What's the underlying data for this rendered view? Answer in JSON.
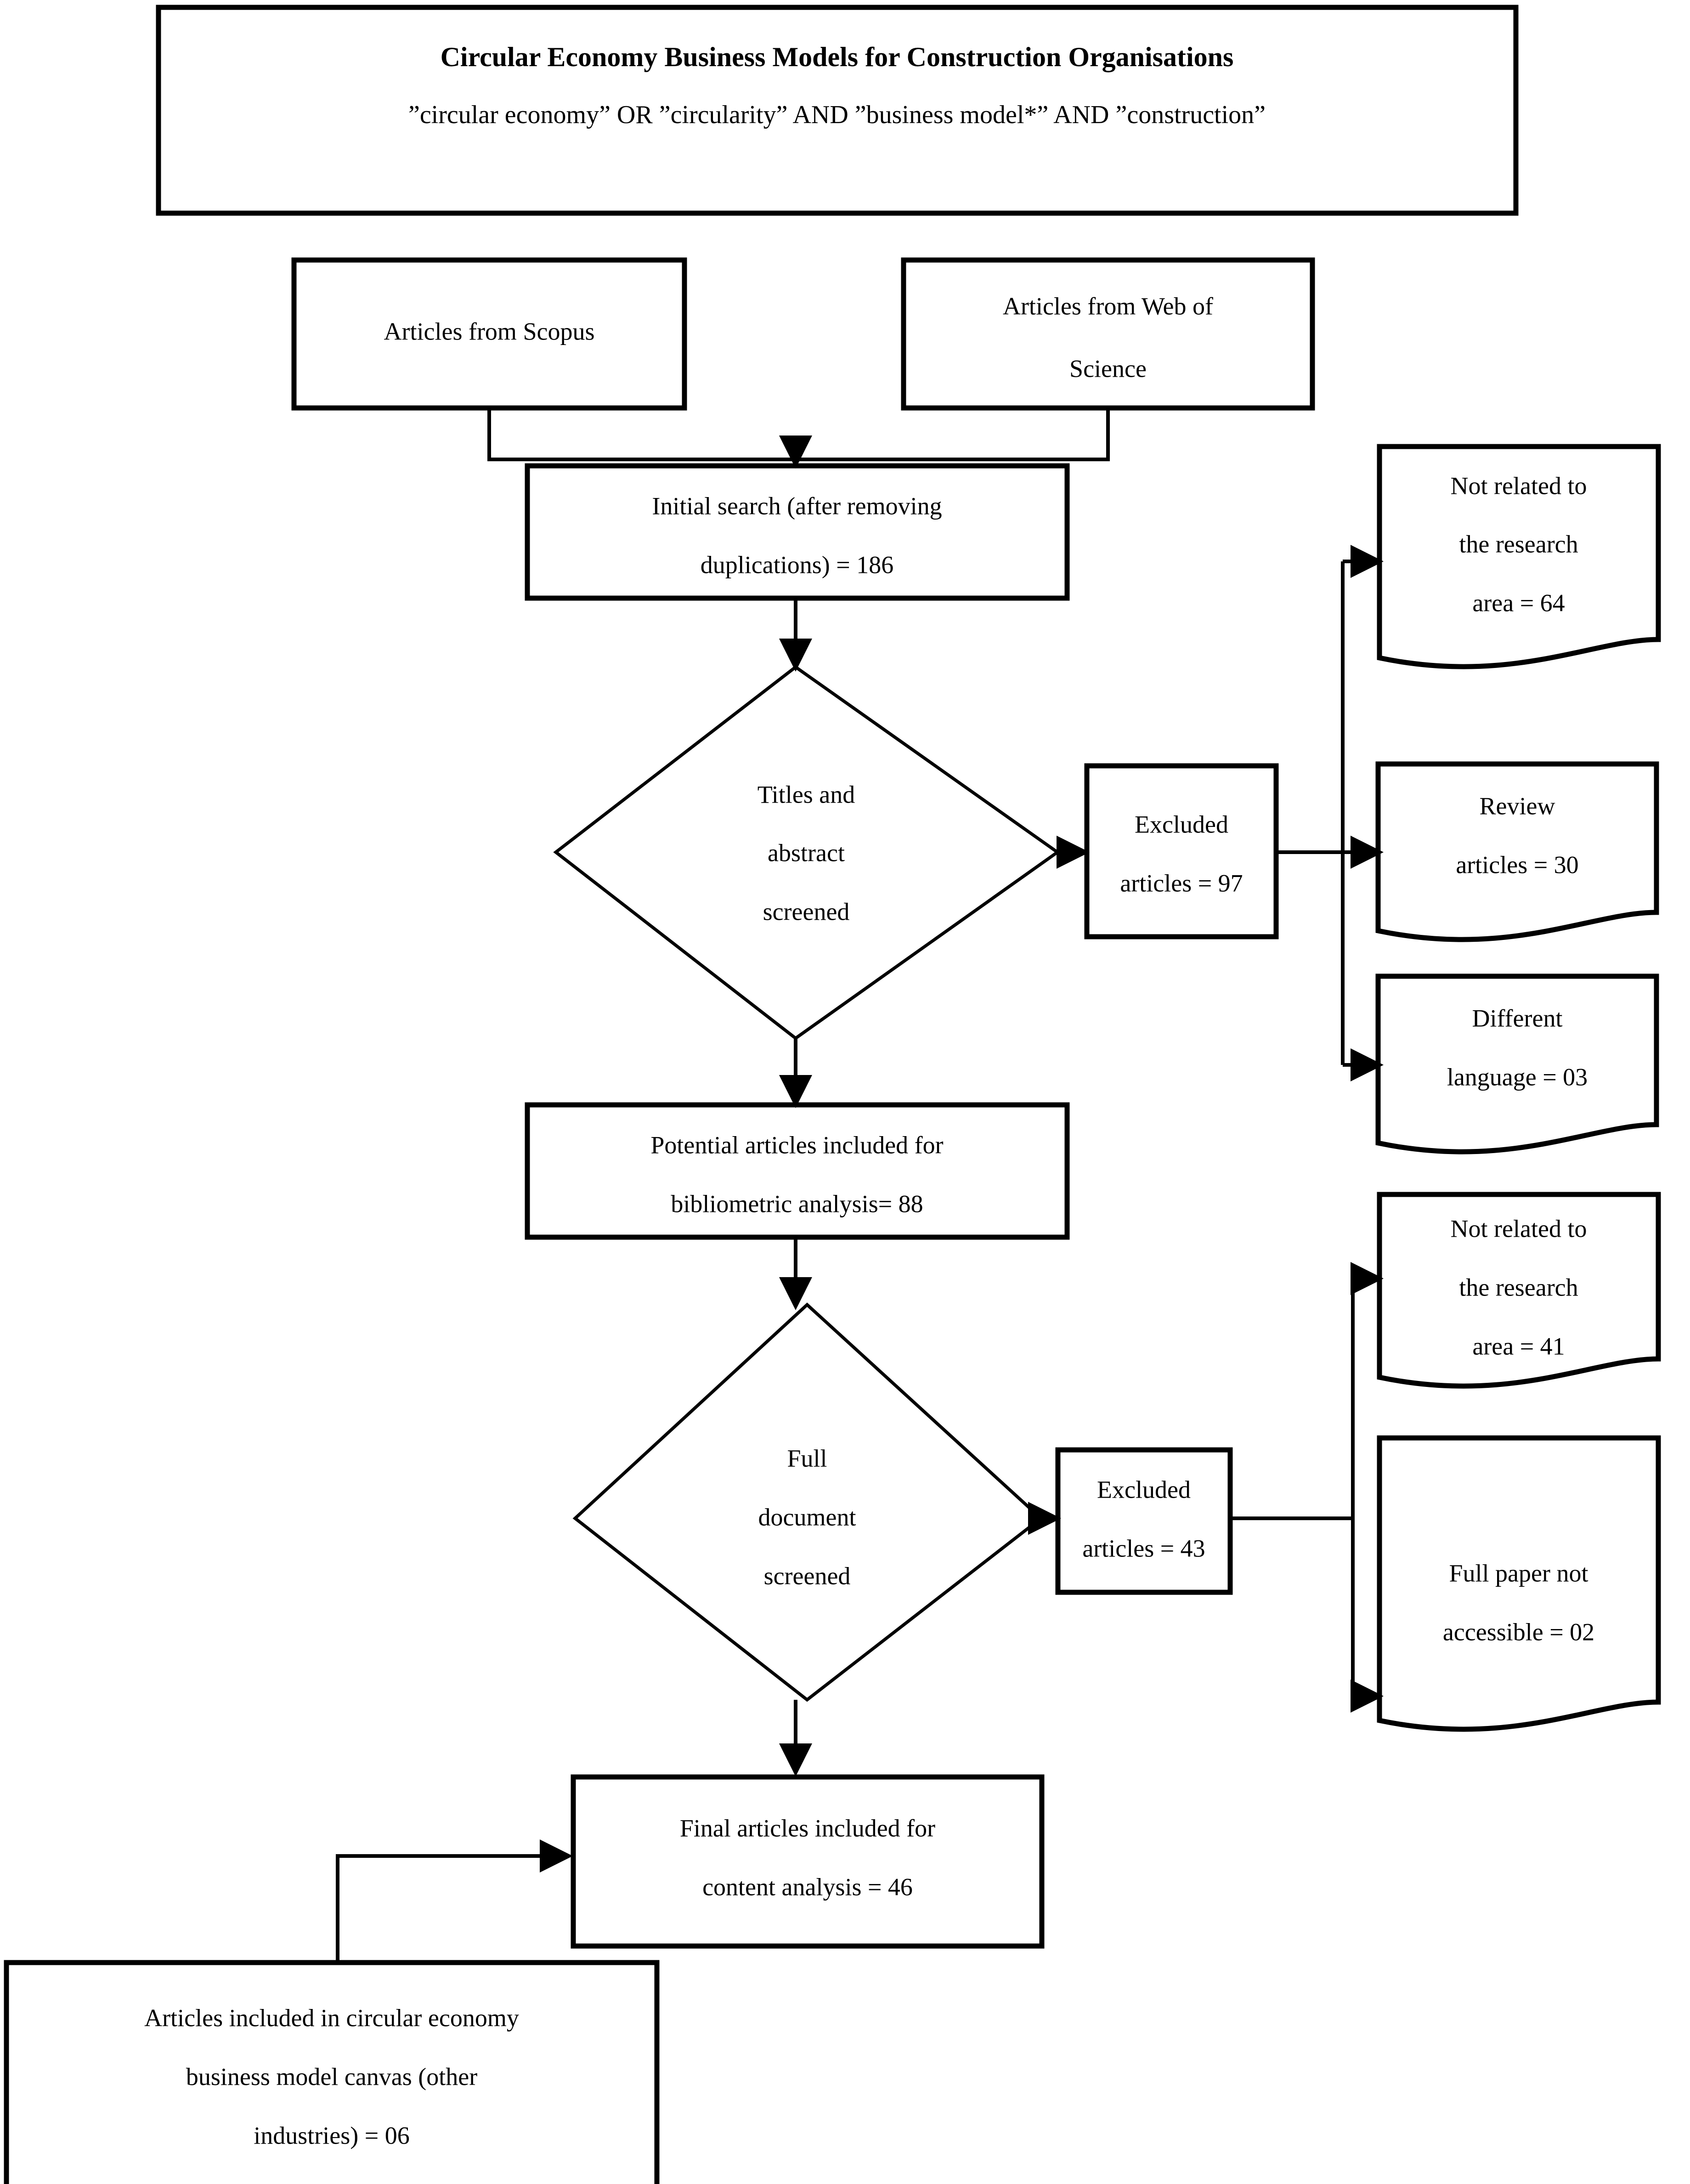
{
  "diagram": {
    "type": "prisma-flow-diagram",
    "title_box": {
      "title": "Circular Economy Business Models for Construction Organisations",
      "query": "”circular economy” OR ”circularity” AND ”business model*” AND ”construction”"
    },
    "sources": [
      {
        "id": "scopus",
        "label": "Articles from Scopus",
        "lines": [
          "Articles from Scopus"
        ]
      },
      {
        "id": "wos",
        "label": "Articles from Web of Science",
        "lines": [
          "Articles from Web of",
          "Science"
        ]
      }
    ],
    "steps": [
      {
        "id": "initial-search",
        "shape": "process",
        "lines": [
          "Initial search (after removing",
          "duplications) = 186"
        ],
        "value": 186
      },
      {
        "id": "titles-abstract-screened",
        "shape": "decision",
        "lines": [
          "Titles and",
          "abstract",
          "screened"
        ]
      },
      {
        "id": "potential-articles",
        "shape": "process",
        "lines": [
          "Potential articles included for",
          "bibliometric analysis= 88"
        ],
        "value": 88
      },
      {
        "id": "full-document-screened",
        "shape": "decision",
        "lines": [
          "Full",
          "document",
          "screened"
        ]
      },
      {
        "id": "final-articles",
        "shape": "process",
        "lines": [
          "Final articles included for",
          "content analysis = 46"
        ],
        "value": 46
      }
    ],
    "exclusions": [
      {
        "id": "excluded-97",
        "lines": [
          "Excluded",
          "articles = 97"
        ],
        "value": 97,
        "reasons": [
          {
            "id": "not-related-64",
            "lines": [
              "Not related to",
              "the research",
              "area = 64"
            ],
            "value": 64
          },
          {
            "id": "review-articles-30",
            "lines": [
              "Review",
              "articles = 30"
            ],
            "value": 30
          },
          {
            "id": "different-language-03",
            "lines": [
              "Different",
              "language = 03"
            ],
            "value": 3
          }
        ]
      },
      {
        "id": "excluded-43",
        "lines": [
          "Excluded",
          "articles = 43"
        ],
        "value": 43,
        "reasons": [
          {
            "id": "not-related-41",
            "lines": [
              "Not related to",
              "the research",
              "area = 41"
            ],
            "value": 41
          },
          {
            "id": "full-paper-not-accessible-02",
            "lines": [
              "Full paper not",
              "accessible = 02"
            ],
            "value": 2
          }
        ]
      }
    ],
    "side_input": {
      "id": "other-industries-06",
      "lines": [
        "Articles included in circular economy",
        "business model canvas (other",
        "industries) = 06"
      ],
      "value": 6
    },
    "colors": {
      "stroke": "#000000",
      "fill": "#ffffff",
      "text": "#000000"
    }
  }
}
